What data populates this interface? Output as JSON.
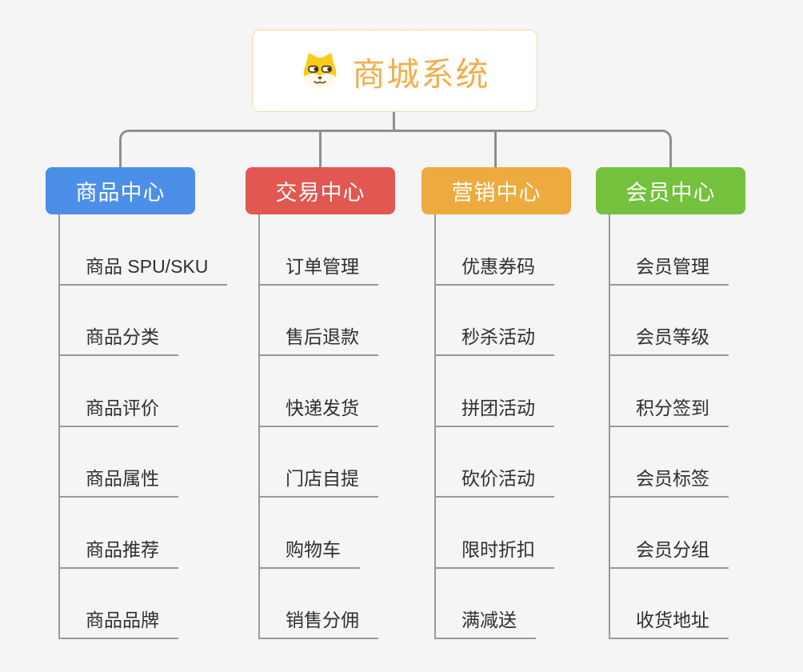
{
  "root": {
    "label": "商城系统",
    "icon": "shiba-dog-icon",
    "text_color": "#F2AE4D",
    "border_color": "#F0A94A"
  },
  "colors": {
    "background": "#F5F5F5",
    "connector_line": "#8F8F8F",
    "item_line": "#999999",
    "item_text": "#2F2F2F"
  },
  "branches": [
    {
      "label": "商品中心",
      "color": "#4C8FE8",
      "items": [
        "商品 SPU/SKU",
        "商品分类",
        "商品评价",
        "商品属性",
        "商品推荐",
        "商品品牌"
      ]
    },
    {
      "label": "交易中心",
      "color": "#E25752",
      "items": [
        "订单管理",
        "售后退款",
        "快递发货",
        "门店自提",
        "购物车",
        "销售分佣"
      ]
    },
    {
      "label": "营销中心",
      "color": "#EDAA3E",
      "items": [
        "优惠券码",
        "秒杀活动",
        "拼团活动",
        "砍价活动",
        "限时折扣",
        "满减送"
      ]
    },
    {
      "label": "会员中心",
      "color": "#74C13D",
      "items": [
        "会员管理",
        "会员等级",
        "积分签到",
        "会员标签",
        "会员分组",
        "收货地址"
      ]
    }
  ]
}
